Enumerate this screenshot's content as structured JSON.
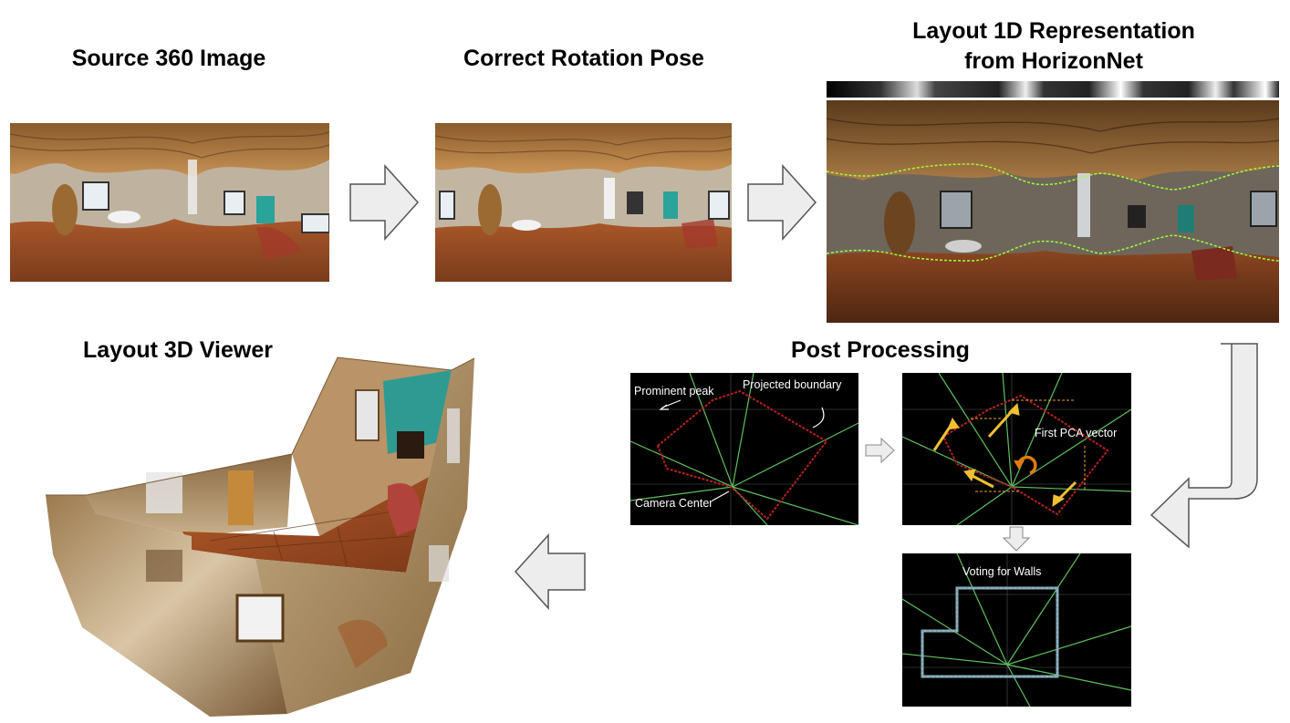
{
  "titles": {
    "source": "Source 360 Image",
    "rotation": "Correct Rotation Pose",
    "layout1d_line1": "Layout 1D Representation",
    "layout1d_line2": "from HorizonNet",
    "viewer": "Layout 3D Viewer",
    "post": "Post Processing"
  },
  "annotations": {
    "prominent_peak": "Prominent peak",
    "projected_boundary": "Projected boundary",
    "camera_center": "Camera Center",
    "first_pca": "First PCA vector",
    "voting": "Voting for Walls"
  },
  "colors": {
    "arrow_fill": "#ededed",
    "arrow_stroke": "#555555",
    "boundary_red": "#b22222",
    "ray_green": "#5fbf5f",
    "pca_orange": "#f0a020",
    "wall_cyan": "#7fb8c8"
  }
}
